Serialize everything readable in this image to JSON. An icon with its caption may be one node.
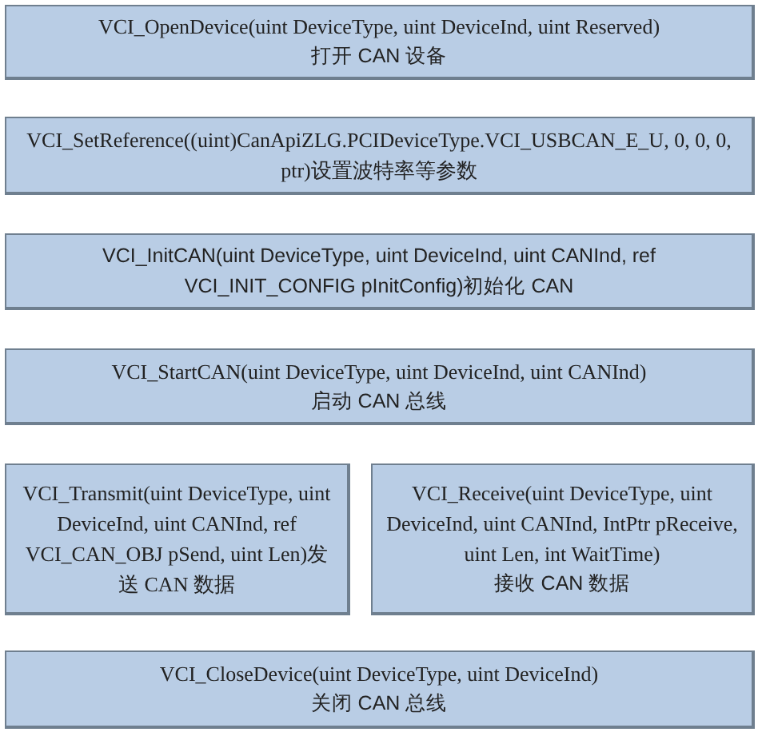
{
  "diagram": {
    "nodes": [
      {
        "text": [
          "VCI_OpenDevice(uint DeviceType, uint DeviceInd, uint Reserved)",
          "打开 CAN 设备"
        ]
      },
      {
        "text": [
          "VCI_SetReference((uint)CanApiZLG.PCIDeviceType.VCI_USBCAN_E_U, 0, 0, 0, ptr)设置波特率等参数"
        ]
      },
      {
        "text": [
          "VCI_InitCAN(uint DeviceType, uint DeviceInd, uint CANInd, ref VCI_INIT_CONFIG pInitConfig)初始化 CAN"
        ]
      },
      {
        "text": [
          "VCI_StartCAN(uint DeviceType, uint DeviceInd, uint CANInd)",
          "启动 CAN 总线"
        ]
      },
      {
        "text": [
          "VCI_Transmit(uint DeviceType, uint DeviceInd, uint CANInd, ref VCI_CAN_OBJ pSend, uint Len)发送 CAN 数据"
        ]
      },
      {
        "text": [
          "VCI_Receive(uint DeviceType, uint DeviceInd, uint CANInd, IntPtr pReceive, uint Len, int WaitTime)",
          "接收 CAN 数据"
        ]
      },
      {
        "text": [
          "VCI_CloseDevice(uint DeviceType, uint DeviceInd)",
          "关闭 CAN 总线"
        ]
      }
    ]
  }
}
